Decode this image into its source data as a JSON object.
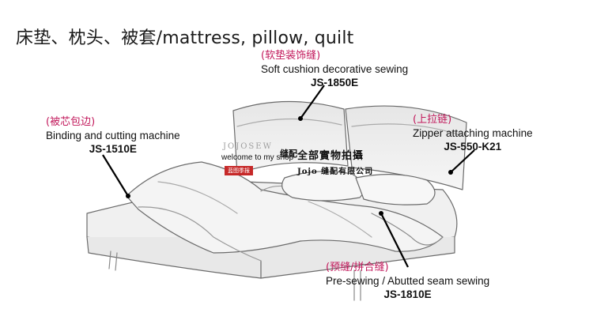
{
  "title": "床垫、枕头、被套/mattress, pillow, quilt",
  "callouts": {
    "top": {
      "cn": "(软垫装饰缝)",
      "en": "Soft cushion decorative sewing",
      "model": "JS-1850E"
    },
    "left": {
      "cn": "(被芯包边)",
      "en": "Binding and cutting machine",
      "model": "JS-1510E"
    },
    "right": {
      "cn": "(上拉链)",
      "en": "Zipper attaching machine",
      "model": "JS-550-K21"
    },
    "bottom": {
      "cn": "(预缝/拼合缝)",
      "en": "Pre-sewing / Abutted seam sewing",
      "model": "JS-1810E"
    }
  },
  "watermark": {
    "brand": "JOJOSEW",
    "brand_cn": "缝配",
    "line1": "welcome to my shop",
    "badge": "蓝图季报",
    "slogan": "全部實物拍攝",
    "company": "Jojo 缝配有限公司"
  },
  "colors": {
    "annotation_cn": "#c2185b",
    "text": "#111111",
    "watermark_badge": "#c62828"
  }
}
